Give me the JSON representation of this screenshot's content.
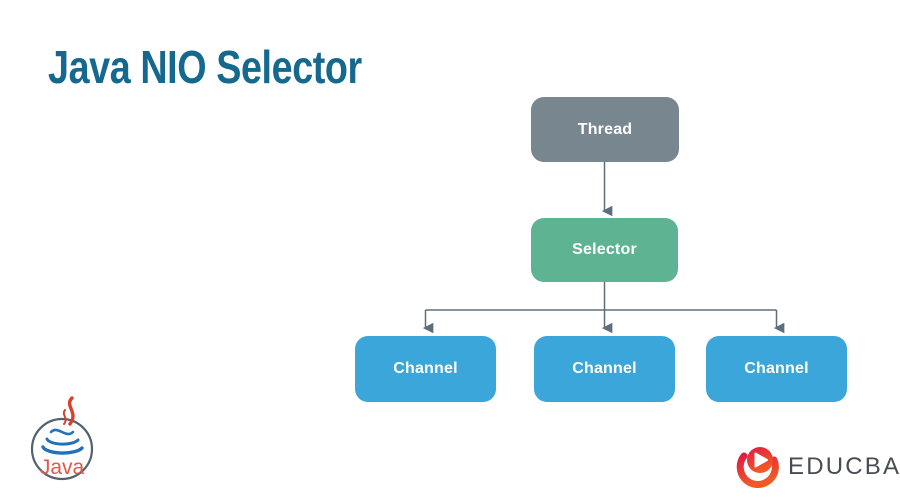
{
  "page": {
    "title": "Java NIO Selector",
    "title_color": "#15688e",
    "background": "#ffffff"
  },
  "diagram": {
    "connector_color": "#5e6f7b",
    "nodes": [
      {
        "id": "thread",
        "label": "Thread",
        "color": "#77868f",
        "text_color": "#ffffff"
      },
      {
        "id": "selector",
        "label": "Selector",
        "color": "#5eb492",
        "text_color": "#ffffff"
      },
      {
        "id": "channel-1",
        "label": "Channel",
        "color": "#3aa6d9",
        "text_color": "#ffffff"
      },
      {
        "id": "channel-2",
        "label": "Channel",
        "color": "#3aa6d9",
        "text_color": "#ffffff"
      },
      {
        "id": "channel-3",
        "label": "Channel",
        "color": "#3aa6d9",
        "text_color": "#ffffff"
      }
    ],
    "edges": [
      {
        "from": "thread",
        "to": "selector"
      },
      {
        "from": "selector",
        "to": "channel-1"
      },
      {
        "from": "selector",
        "to": "channel-2"
      },
      {
        "from": "selector",
        "to": "channel-3"
      }
    ]
  },
  "branding": {
    "java_logo": {
      "text": "Java",
      "text_color": "#e0584a",
      "ring_color": "#52626f",
      "cup_color": "#2272b9",
      "flame_color": "#d8402c"
    },
    "educba_logo": {
      "text": "EDUCBA",
      "text_color": "#474d52",
      "mark_colors": [
        "#e11b44",
        "#f15a25"
      ]
    }
  }
}
